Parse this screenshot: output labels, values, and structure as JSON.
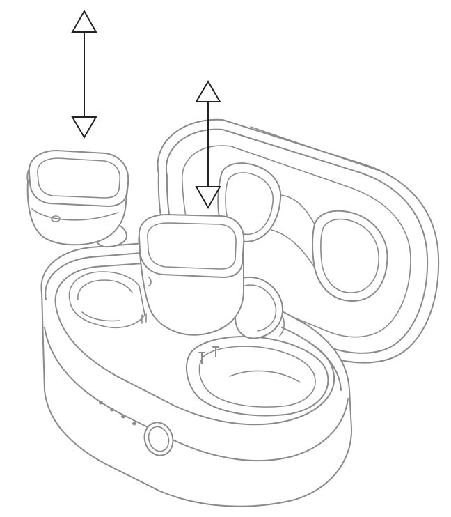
{
  "diagram": {
    "subject": "true-wireless-earbuds-in-charging-case",
    "colors": {
      "outline": "#8a8a8a",
      "arrow": "#222222",
      "background": "#ffffff"
    },
    "case": {
      "indicator_led_count": 4,
      "has_power_button": true
    },
    "arrows": {
      "count": 2,
      "direction": "bidirectional-vertical"
    },
    "earbuds": {
      "count": 2,
      "lifted": 1,
      "in_case": 1
    }
  }
}
